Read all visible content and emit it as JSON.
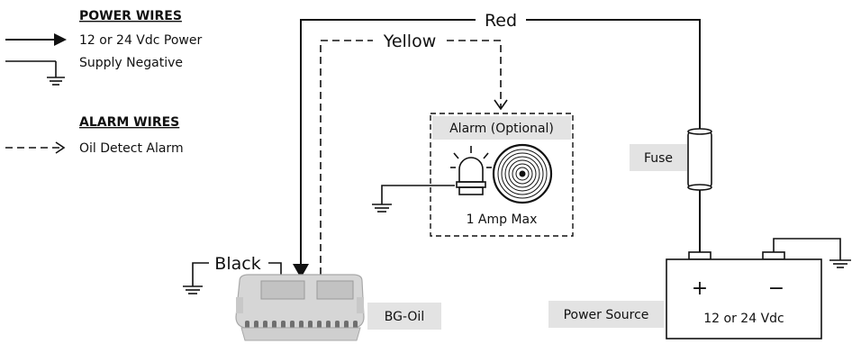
{
  "legend": {
    "power_title": "POWER WIRES",
    "power_line1": "12 or 24 Vdc Power",
    "power_line2": "Supply Negative",
    "alarm_title": "ALARM WIRES",
    "alarm_line1": "Oil Detect Alarm"
  },
  "wires": {
    "red": "Red",
    "yellow": "Yellow",
    "black": "Black"
  },
  "alarm": {
    "title": "Alarm (Optional)",
    "rating": "1 Amp Max"
  },
  "fuse": {
    "label": "Fuse"
  },
  "pump": {
    "label": "BG-Oil"
  },
  "battery": {
    "plus": "+",
    "minus": "−",
    "voltage": "12 or 24 Vdc",
    "label": "Power Source"
  },
  "icons": [
    "light-bulb-icon",
    "siren-icon",
    "ground-icon",
    "arrow-icon"
  ]
}
